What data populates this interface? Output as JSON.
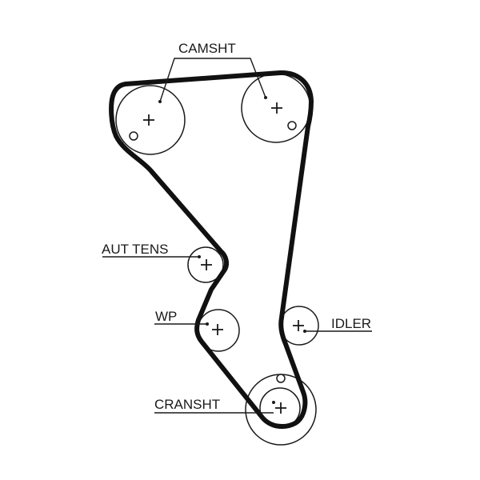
{
  "diagram": {
    "labels": {
      "camshaft": "CAMSHT",
      "tensioner": "AUT TENS",
      "water_pump": "WP",
      "idler": "IDLER",
      "crankshaft": "CRANSHT"
    }
  }
}
